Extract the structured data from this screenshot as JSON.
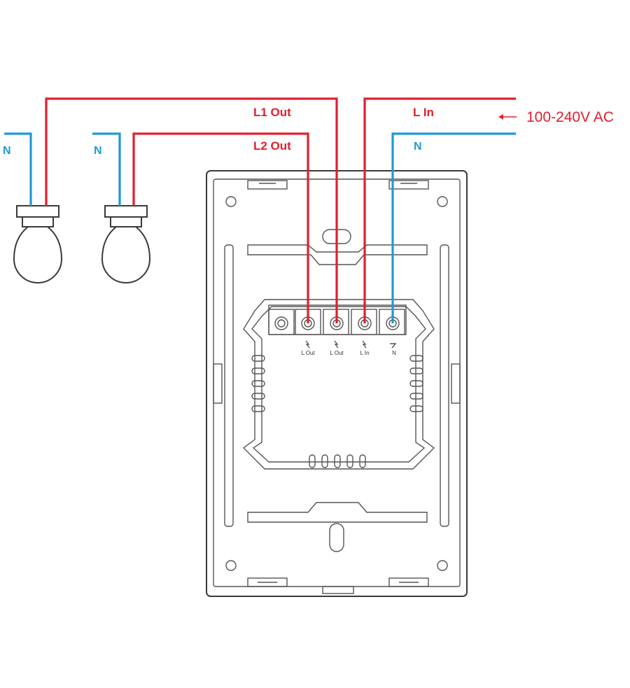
{
  "labels": {
    "l1_out": "L1 Out",
    "l2_out": "L2 Out",
    "l_in": "L In",
    "n_supply": "N",
    "n_lamp1": "N",
    "n_lamp2": "N",
    "supply": "100-240V AC"
  },
  "terminals": [
    {
      "label": "L Out"
    },
    {
      "label": "L Out"
    },
    {
      "label": "L In"
    },
    {
      "label": "N"
    }
  ],
  "colors": {
    "live": "#e0202e",
    "neutral": "#1f9ad6",
    "outline": "#3a3a3a"
  },
  "icons": {
    "lamp": "light-bulb-icon",
    "arrow": "arrow-left-icon"
  }
}
